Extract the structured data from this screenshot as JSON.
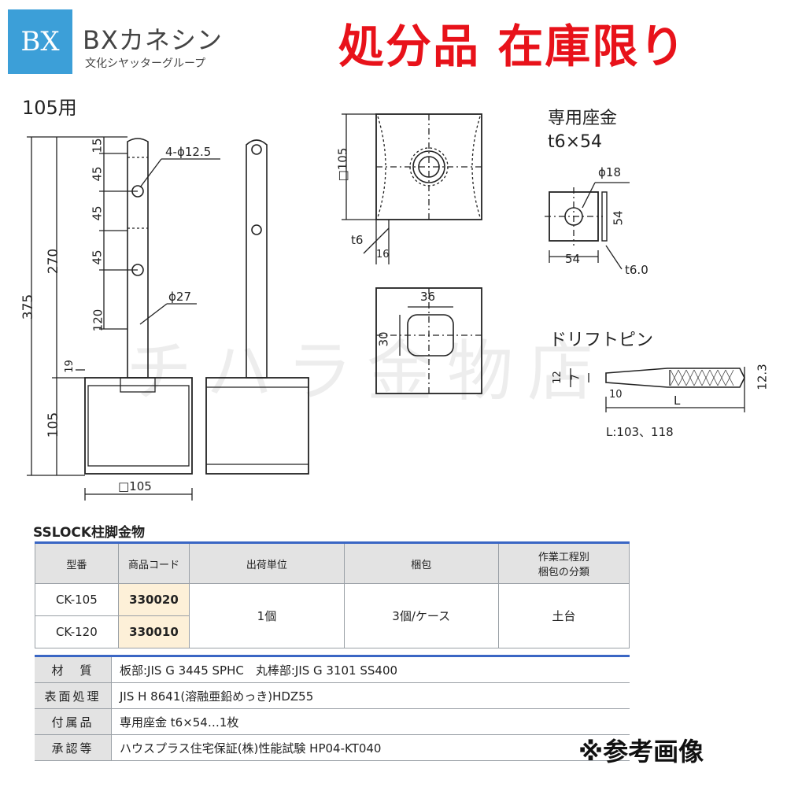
{
  "logo": {
    "mark": "BX",
    "name": "BXカネシン",
    "sub": "文化シヤッターグループ"
  },
  "banner": "処分品 在庫限り",
  "drawing": {
    "model_label": "105用",
    "dims_left": [
      "375",
      "270",
      "105",
      "120",
      "45",
      "45",
      "45",
      "15",
      "19"
    ],
    "hole": "4-ϕ12.5",
    "rod": "ϕ27",
    "base": "□105",
    "plate_side": "□105",
    "plate_t6": "t6",
    "plate_16": "16",
    "slot_w": "36",
    "slot_h": "30",
    "washer_title": "専用座金",
    "washer_size": "t6×54",
    "washer_hole": "ϕ18",
    "washer_w": "54",
    "washer_h": "54",
    "washer_t": "t6.0",
    "pin_title": "ドリフトピン",
    "pin_12": "12",
    "pin_7": "7",
    "pin_10": "10",
    "pin_L": "L",
    "pin_123": "12.3",
    "pin_lengths": "L:103、118",
    "watermark": "チハラ金物店"
  },
  "table": {
    "title": "SSLOCK柱脚金物",
    "headers": [
      "型番",
      "商品コード",
      "出荷単位",
      "梱包",
      "作業工程別\n梱包の分類"
    ],
    "rows": [
      {
        "model": "CK-105",
        "code": "330020"
      },
      {
        "model": "CK-120",
        "code": "330010"
      }
    ],
    "unit": "1個",
    "pack": "3個/ケース",
    "category": "土台"
  },
  "specs": [
    {
      "key": "材　質",
      "value": "板部:JIS G 3445 SPHC　丸棒部:JIS G 3101 SS400"
    },
    {
      "key": "表面処理",
      "value": "JIS H 8641(溶融亜鉛めっき)HDZ55"
    },
    {
      "key": "付属品",
      "value": "専用座金 t6×54…1枚"
    },
    {
      "key": "承認等",
      "value": "ハウスプラス住宅保証(株)性能試験 HP04-KT040"
    }
  ],
  "note": "※参考画像"
}
